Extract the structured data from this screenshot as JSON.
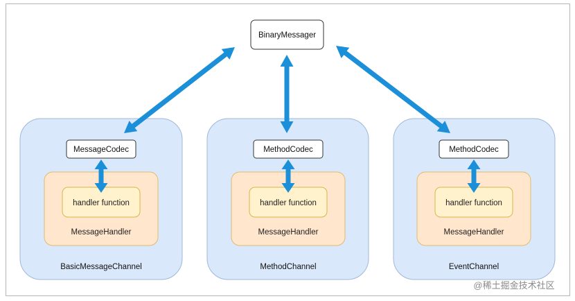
{
  "colors": {
    "channel_fill": "#dae8fc",
    "channel_stroke": "#9fb7d6",
    "handler_fill": "#ffe6cc",
    "handler_stroke": "#e3b96a",
    "function_fill": "#fff2cc",
    "function_stroke": "#d9b54a",
    "arrow": "#1b8fd8",
    "frame": "#b5b5b5"
  },
  "binary_messenger": {
    "label": "BinaryMessager"
  },
  "channels": [
    {
      "name": "BasicMessageChannel",
      "codec": "MessageCodec",
      "handler_label": "MessageHandler",
      "function_label": "handler function"
    },
    {
      "name": "MethodChannel",
      "codec": "MethodCodec",
      "handler_label": "MessageHandler",
      "function_label": "handler function"
    },
    {
      "name": "EventChannel",
      "codec": "MethodCodec",
      "handler_label": "MessageHandler",
      "function_label": "handler function"
    }
  ],
  "watermark": "@稀土掘金技术社区"
}
